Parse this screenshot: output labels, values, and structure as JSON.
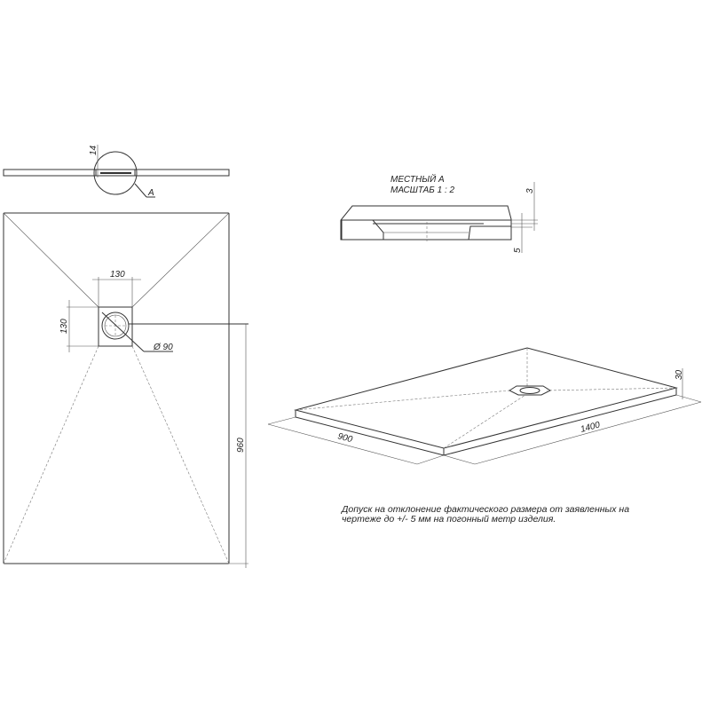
{
  "section_view": {
    "thickness_label": "14",
    "detail_callout": "A"
  },
  "plan_view": {
    "drain_width_label": "130",
    "drain_height_label": "130",
    "drain_diameter_label": "Ø 90",
    "length_label": "960"
  },
  "detail_view": {
    "title_line1": "МЕСТНЫЙ А",
    "title_line2": "МАСШТАБ 1 : 2",
    "dim_top_label": "3",
    "dim_bottom_label": "5"
  },
  "iso_view": {
    "width_label": "900",
    "length_label": "1400",
    "height_label": "30"
  },
  "note": {
    "line1": "Допуск на отклонение фактического размера от заявленных на",
    "line2": "чертеже до +/- 5 мм на погонный метр изделия."
  }
}
